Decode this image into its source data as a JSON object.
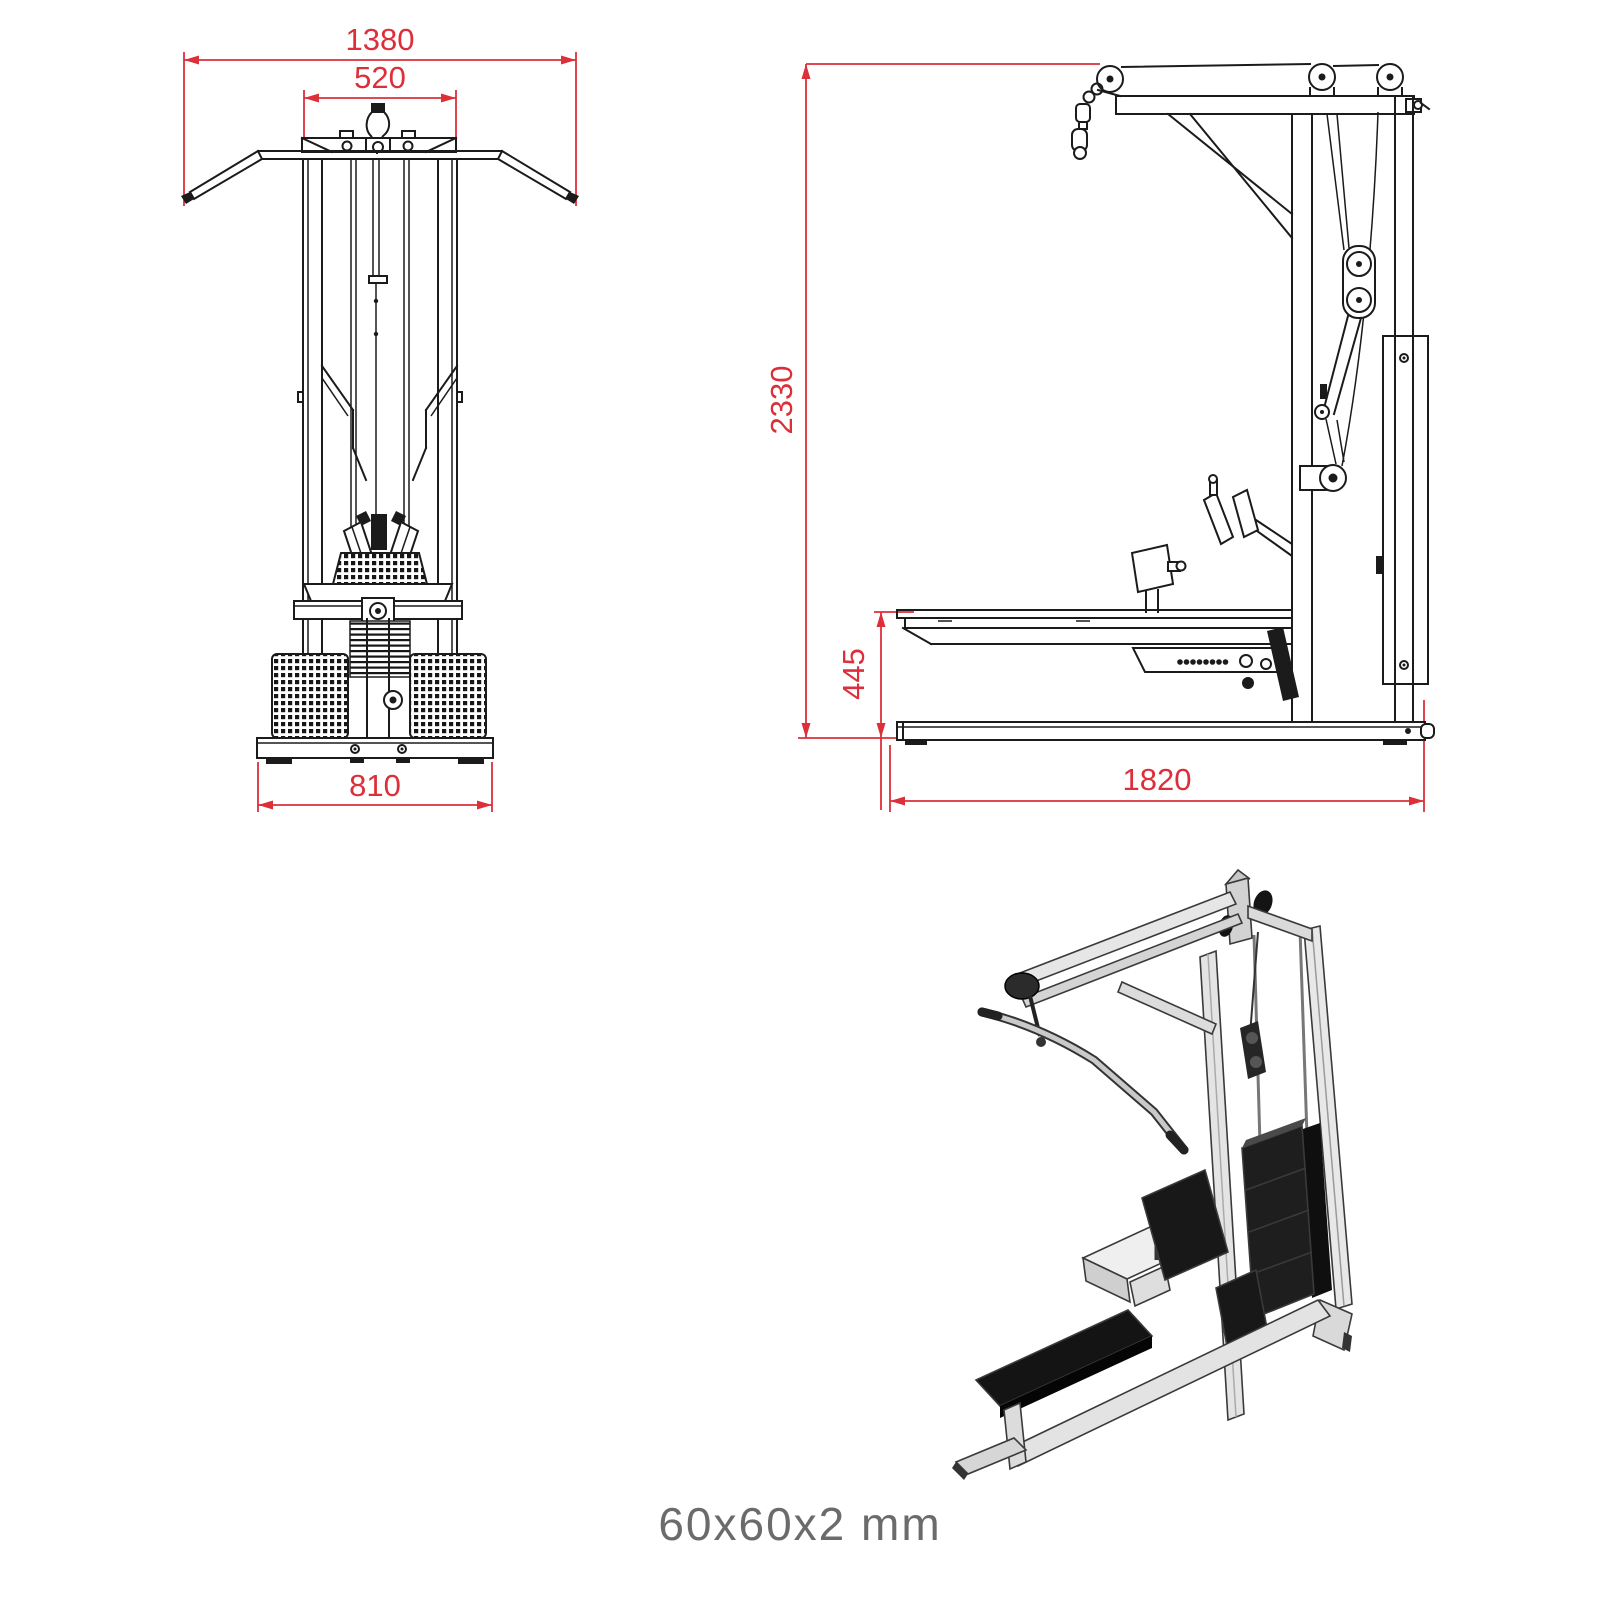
{
  "page": {
    "background": "#ffffff",
    "footer_spec": "60x60x2 mm"
  },
  "colors": {
    "dimension_red": "#dc2f3a",
    "drawing_line_black": "#1b1b1b",
    "iso_frame_gray": "#e0e0e0",
    "iso_pad_black": "#161616",
    "footer_text_gray": "#6b6b6b"
  },
  "views": {
    "front": {
      "dimensions": {
        "overall_width": "1380",
        "top_bracket_width": "520",
        "base_width": "810"
      }
    },
    "side": {
      "dimensions": {
        "overall_height": "2330",
        "bench_height": "445",
        "overall_depth": "1820"
      }
    }
  }
}
